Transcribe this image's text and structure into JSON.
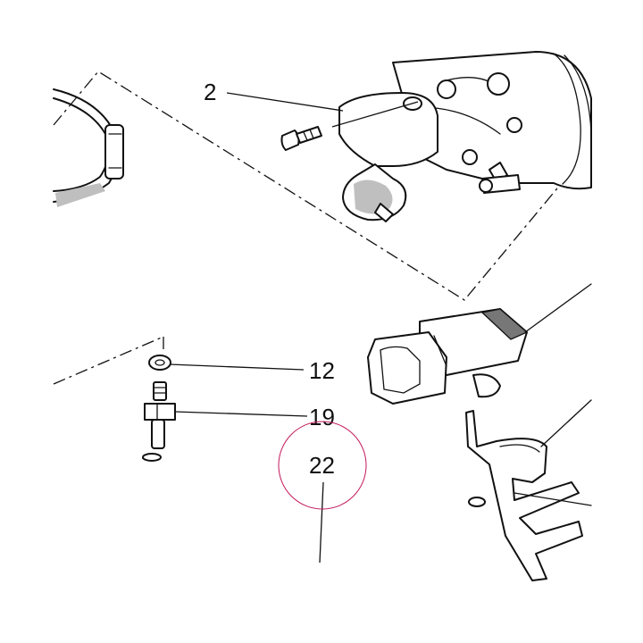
{
  "callouts": {
    "c2": "2",
    "c12": "12",
    "c19": "19",
    "c22": "22"
  },
  "highlight_color": "#c2185b",
  "line_color": "#111111"
}
